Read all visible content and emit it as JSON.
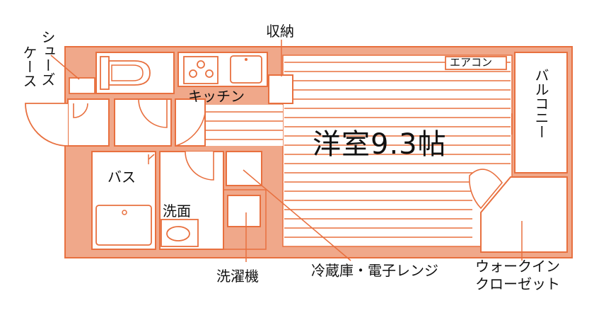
{
  "colors": {
    "wall": "#f0a88a",
    "line": "#e8703f",
    "background": "#ffffff",
    "text": "#111111"
  },
  "labels": {
    "shoe_case_1": "シューズ",
    "shoe_case_2": "ケース",
    "storage": "収納",
    "kitchen": "キッチン",
    "aircon": "エアコン",
    "balcony": "バルコニー",
    "room": "洋室9.3帖",
    "bath": "バス",
    "washroom": "洗面",
    "washer": "洗濯機",
    "fridge": "冷蔵庫・電子レンジ",
    "walkin_1": "ウォークイン",
    "walkin_2": "クローゼット"
  }
}
